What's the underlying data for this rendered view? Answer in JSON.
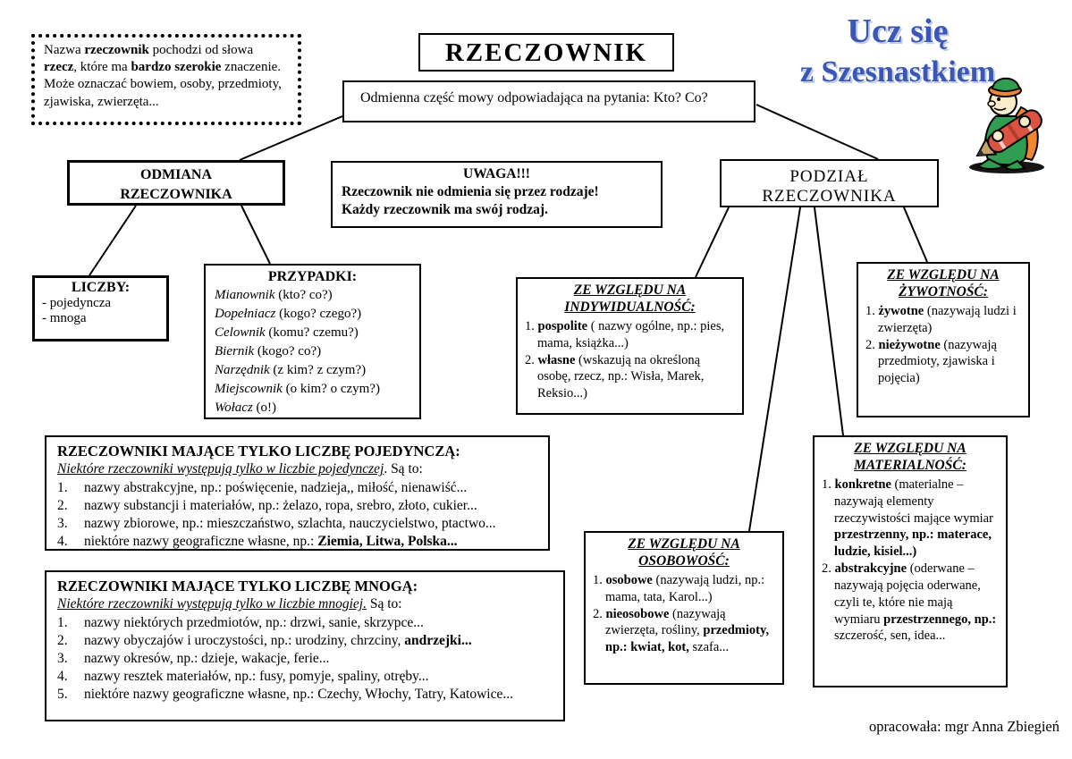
{
  "title": "RZECZOWNIK",
  "subtitle": "Odmienna część mowy odpowiadająca na pytania: Kto? Co?",
  "logo": {
    "line1": "Ucz się",
    "line2": "z Szesnastkiem"
  },
  "credit": "opracowała: mgr Anna Zbiegień",
  "colors": {
    "logo_text": "#3a57b5",
    "logo_shadow": "#c0cbe6",
    "mascot_green": "#2f9e52",
    "mascot_orange": "#f08632",
    "mascot_pencil_red": "#dd5341",
    "mascot_skin": "#fdeccb"
  },
  "intro_note": {
    "segments": [
      {
        "t": "Nazwa "
      },
      {
        "t": "rzeczownik",
        "b": true
      },
      {
        "t": " pochodzi od słowa "
      },
      {
        "t": "rzecz",
        "b": true
      },
      {
        "t": ", które ma "
      },
      {
        "t": "bardzo szerokie",
        "b": true
      },
      {
        "t": " znaczenie. Może oznaczać bowiem, osoby, przedmioty, zjawiska, zwierzęta..."
      }
    ]
  },
  "odmiana": {
    "title_line1": "ODMIANA",
    "title_line2": "RZECZOWNIKA"
  },
  "uwaga": {
    "title": "UWAGA!!!",
    "line1": "Rzeczownik nie odmienia się przez rodzaje!",
    "line2": "Każdy rzeczownik ma swój rodzaj."
  },
  "podzial": {
    "title": "PODZIAŁ RZECZOWNIKA"
  },
  "liczby": {
    "title": "LICZBY:",
    "items": [
      "- pojedyncza",
      "- mnoga"
    ]
  },
  "przypadki": {
    "title": "PRZYPADKI:",
    "cases": [
      [
        {
          "t": "Mianownik",
          "i": true
        },
        {
          "t": " (kto? co?)"
        }
      ],
      [
        {
          "t": "Dopełniacz",
          "i": true
        },
        {
          "t": " (kogo? czego?)"
        }
      ],
      [
        {
          "t": "Celownik",
          "i": true
        },
        {
          "t": " (komu? czemu?)"
        }
      ],
      [
        {
          "t": "Biernik",
          "i": true
        },
        {
          "t": " (kogo? co?)"
        }
      ],
      [
        {
          "t": "Narzędnik",
          "i": true
        },
        {
          "t": " (z kim? z czym?)"
        }
      ],
      [
        {
          "t": "Miejscownik",
          "i": true
        },
        {
          "t": " (o kim? o czym?)"
        }
      ],
      [
        {
          "t": "Wołacz",
          "i": true
        },
        {
          "t": " (o!)"
        }
      ]
    ]
  },
  "indywidualnosc": {
    "title_line1": "ZE WZGLĘDU NA",
    "title_line2": "INDYWIDUALNOŚĆ:",
    "items": [
      [
        {
          "t": "1. "
        },
        {
          "t": "pospolite",
          "b": true
        },
        {
          "t": " ( nazwy ogólne, np.: pies, mama, książka...)"
        }
      ],
      [
        {
          "t": "2. "
        },
        {
          "t": "własne",
          "b": true
        },
        {
          "t": " (wskazują na określoną osobę, rzecz, np.: Wisła, Marek, Reksio...)"
        }
      ]
    ]
  },
  "zywotnosc": {
    "title_line1": "ZE WZGLĘDU NA",
    "title_line2": "ŻYWOTNOŚĆ:",
    "items": [
      [
        {
          "t": "1. "
        },
        {
          "t": "żywotne",
          "b": true
        },
        {
          "t": " (nazywają ludzi i zwierzęta)"
        }
      ],
      [
        {
          "t": "2. "
        },
        {
          "t": "nieżywotne",
          "b": true
        },
        {
          "t": " (nazywają przedmioty, zjawiska i pojęcia)"
        }
      ]
    ]
  },
  "osobowosc": {
    "title_line1": "ZE WZGLĘDU NA",
    "title_line2": "OSOBOWOŚĆ:",
    "items": [
      [
        {
          "t": "1. "
        },
        {
          "t": "osobowe",
          "b": true
        },
        {
          "t": " (nazywają ludzi, np.: mama, tata, Karol...)"
        }
      ],
      [
        {
          "t": "2. "
        },
        {
          "t": "nieosobowe",
          "b": true
        },
        {
          "t": " (nazywają zwierzęta, rośliny, "
        },
        {
          "t": "przedmioty, np.: kwiat, kot,",
          "b": true
        },
        {
          "t": " szafa..."
        }
      ]
    ]
  },
  "materialnosc": {
    "title_line1": "ZE WZGLĘDU NA",
    "title_line2": "MATERIALNOŚĆ:",
    "items": [
      [
        {
          "t": "1. "
        },
        {
          "t": "konkretne",
          "b": true
        },
        {
          "t": " (materialne – nazywają elementy rzeczywistości mające wymiar "
        },
        {
          "t": "przestrzenny, np.:",
          "b": true
        },
        {
          "t": " "
        },
        {
          "t": "materace, ludzie, kisiel...)",
          "b": true
        }
      ],
      [
        {
          "t": "2. "
        },
        {
          "t": "abstrakcyjne",
          "b": true
        },
        {
          "t": " (oderwane – nazywają pojęcia oderwane, czyli te, które nie mają wymiaru "
        },
        {
          "t": "przestrzennego, np.:",
          "b": true
        },
        {
          "t": " szczerość, sen, idea..."
        }
      ]
    ]
  },
  "pojedyncza": {
    "header": "RZECZOWNIKI MAJĄCE TYLKO LICZBĘ POJEDYNCZĄ:",
    "sub_segments": [
      {
        "t": "Niektóre rzeczowniki występują tylko w liczbie pojedynczej",
        "i": true,
        "u": true
      },
      {
        "t": ". Są to:"
      }
    ],
    "items": [
      {
        "num": "1.",
        "segments": [
          {
            "t": "nazwy abstrakcyjne, np.: poświęcenie, nadzieja,, miłość, nienawiść..."
          }
        ]
      },
      {
        "num": "2.",
        "segments": [
          {
            "t": "nazwy substancji i materiałów, np.: żelazo, ropa, srebro, złoto, cukier..."
          }
        ]
      },
      {
        "num": "3.",
        "segments": [
          {
            "t": "nazwy zbiorowe, np.: mieszczaństwo, szlachta, nauczycielstwo, ptactwo..."
          }
        ]
      },
      {
        "num": "4.",
        "segments": [
          {
            "t": "niektóre nazwy geograficzne własne, np.: "
          },
          {
            "t": "Ziemia, Litwa, Polska...",
            "b": true
          }
        ]
      }
    ]
  },
  "mnoga": {
    "header": "RZECZOWNIKI MAJĄCE TYLKO LICZBĘ MNOGĄ:",
    "sub_segments": [
      {
        "t": "Niektóre rzeczowniki występują tylko w liczbie mnogiej.",
        "i": true,
        "u": true
      },
      {
        "t": " Są to:"
      }
    ],
    "items": [
      {
        "num": "1.",
        "segments": [
          {
            "t": "nazwy niektórych przedmiotów, np.: drzwi, sanie, skrzypce..."
          }
        ]
      },
      {
        "num": "2.",
        "segments": [
          {
            "t": "nazwy obyczajów i uroczystości, np.: urodziny, chrzciny, "
          },
          {
            "t": "andrzejki...",
            "b": true
          }
        ]
      },
      {
        "num": "3.",
        "segments": [
          {
            "t": "nazwy okresów, np.: dzieje, wakacje, ferie..."
          }
        ]
      },
      {
        "num": "4.",
        "segments": [
          {
            "t": "nazwy resztek materiałów, np.: fusy, pomyje, spaliny, otręby..."
          }
        ]
      },
      {
        "num": "5.",
        "segments": [
          {
            "t": "niektóre nazwy geograficzne własne, np.: Czechy, Włochy, Tatry, Katowice..."
          }
        ]
      }
    ]
  }
}
